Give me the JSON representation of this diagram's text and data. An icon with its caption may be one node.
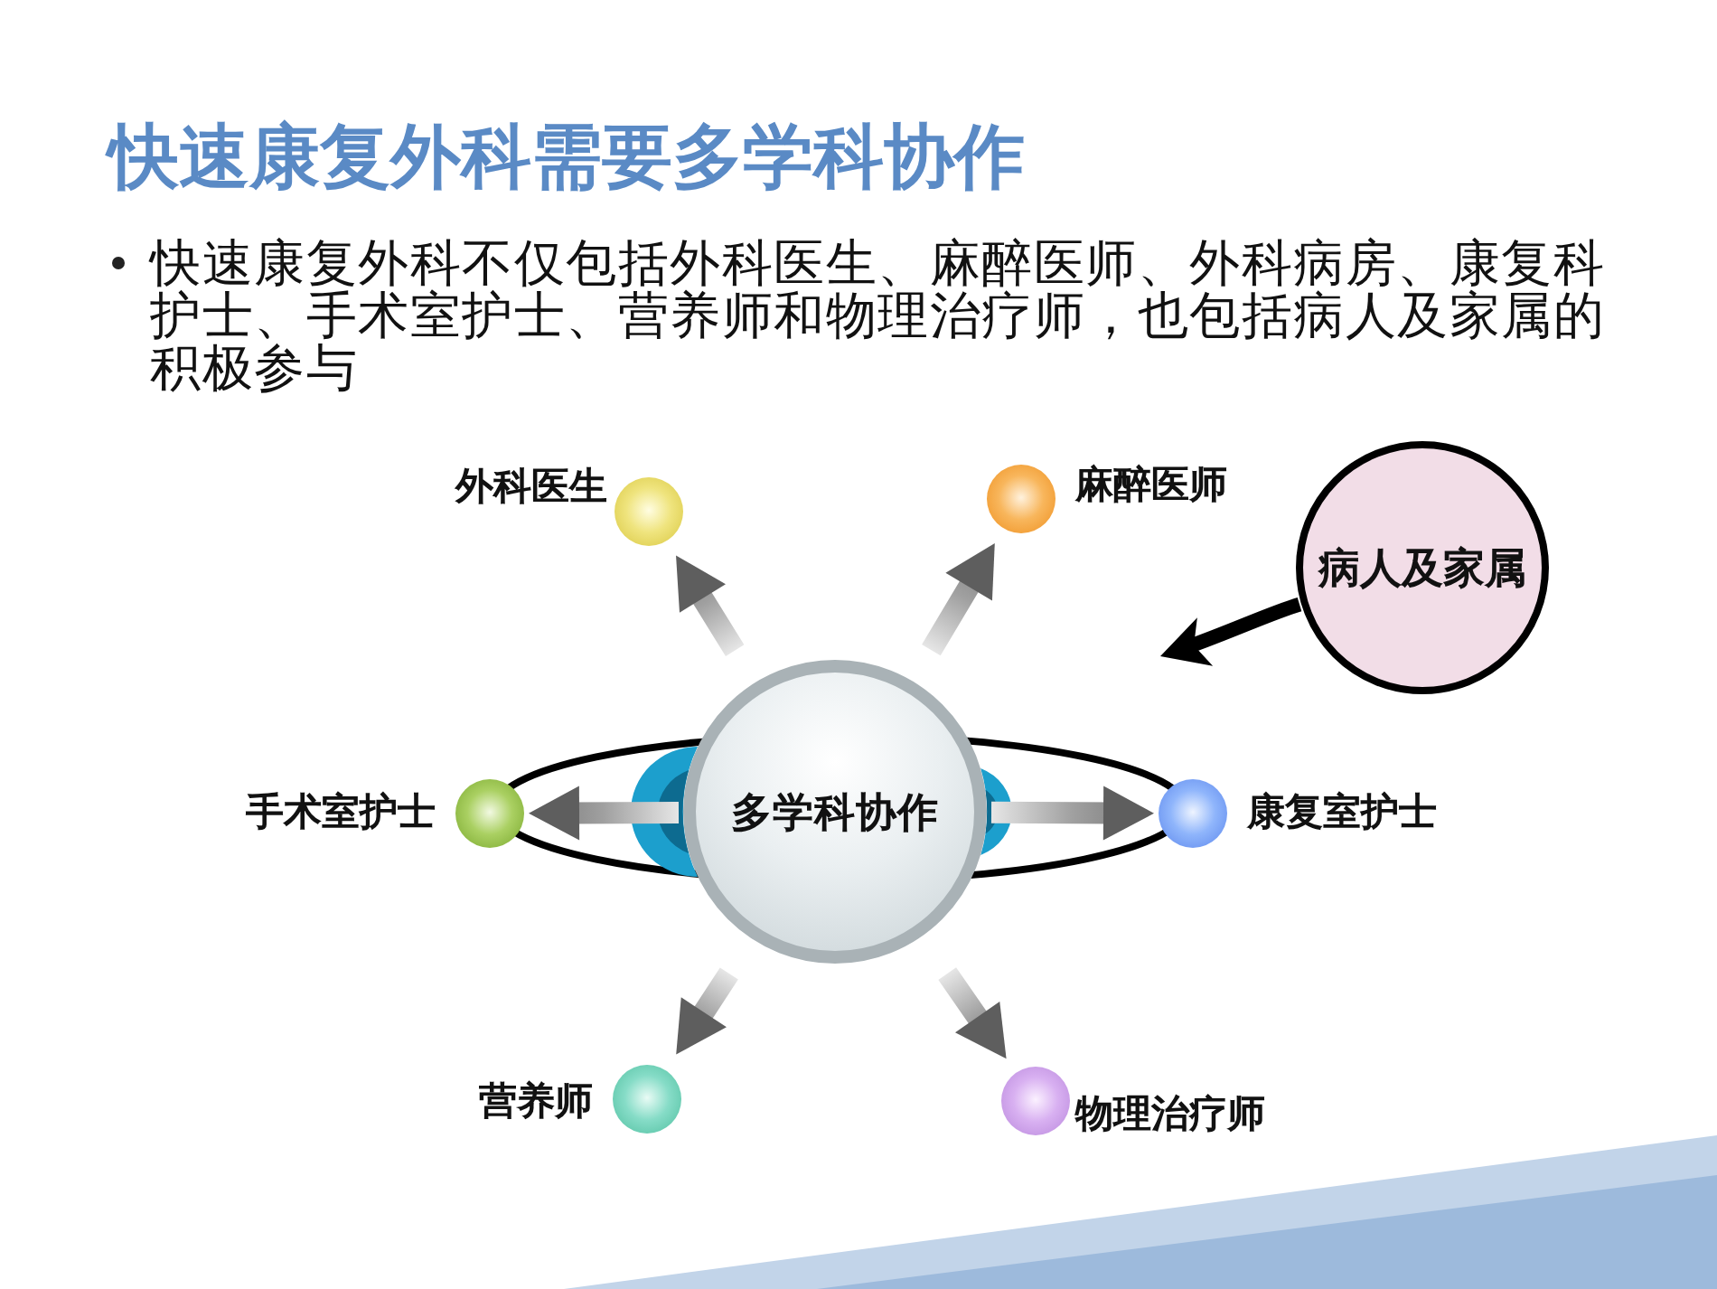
{
  "diagram": {
    "title": "快速康复外科需要多学科协作",
    "nodes": [
      {
        "text": [
          "多学科协作"
        ]
      },
      {
        "text": [],
        "shape": "circle",
        "beside": [
          "外科医生"
        ]
      },
      {
        "text": [],
        "shape": "circle",
        "beside": [
          "麻醉医师"
        ]
      },
      {
        "text": [],
        "shape": "circle",
        "beside": [
          "手术室护士"
        ]
      },
      {
        "text": [],
        "shape": "circle",
        "beside": [
          "康复室护士"
        ]
      },
      {
        "text": [],
        "shape": "circle",
        "beside": [
          "营养师"
        ]
      },
      {
        "text": [],
        "shape": "circle",
        "beside": [
          "物理治疗师"
        ]
      },
      {
        "text": [
          "病人及家属"
        ]
      }
    ],
    "edges": [
      {
        "from": 0,
        "to": 1,
        "arrow": "to"
      },
      {
        "from": 0,
        "to": 2,
        "arrow": "to"
      },
      {
        "from": 0,
        "to": 3,
        "arrow": "to"
      },
      {
        "from": 0,
        "to": 4,
        "arrow": "to"
      },
      {
        "from": 0,
        "to": 5,
        "arrow": "to"
      },
      {
        "from": 0,
        "to": 6,
        "arrow": "to"
      },
      {
        "from": 7,
        "to": null,
        "arrow": "to",
        "color": "#000000"
      }
    ],
    "labels": [
      "快速康复外科不仅包括外科医生、麻醉医师、外科病房、康复科护士、手术室护士、营养师和物理治疗师，也包括病人及家属的积极参与"
    ]
  }
}
